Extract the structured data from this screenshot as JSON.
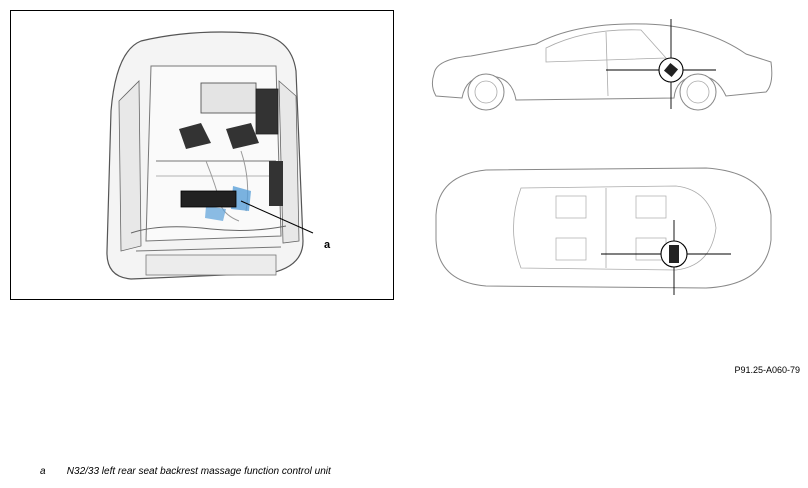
{
  "figure": {
    "callout_letter": "a",
    "figure_code": "P91.25-A060-79"
  },
  "legend": {
    "key": "a",
    "text": "N32/33 left rear seat backrest massage function control unit"
  },
  "colors": {
    "line": "#555555",
    "light_line": "#9a9a9a",
    "highlight": "#5aa0d8",
    "component": "#333333"
  }
}
